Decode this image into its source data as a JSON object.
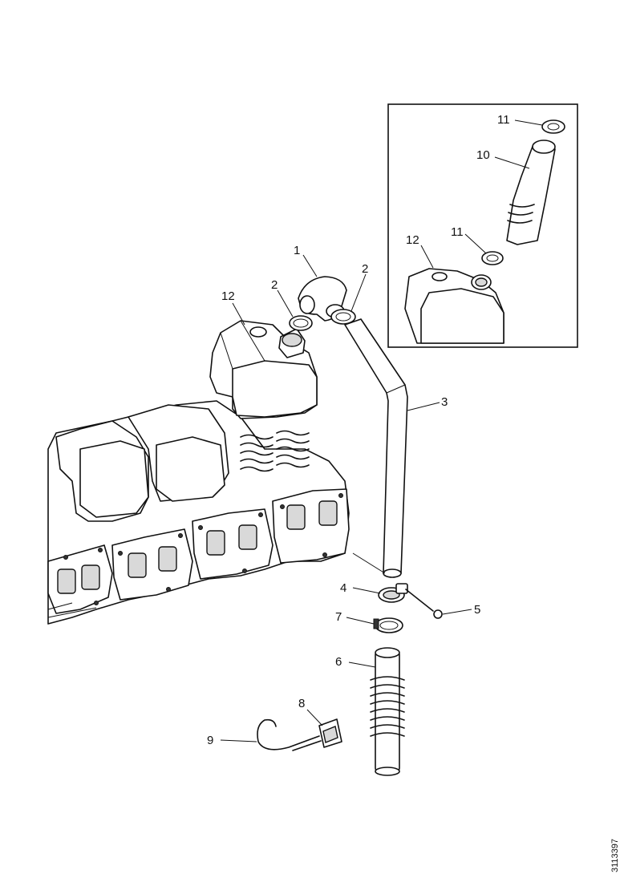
{
  "diagram": {
    "callouts": {
      "c1": "1",
      "c2a": "2",
      "c2b": "2",
      "c3": "3",
      "c4": "4",
      "c5": "5",
      "c6": "6",
      "c7": "7",
      "c8": "8",
      "c9": "9",
      "c10": "10",
      "c11a": "11",
      "c11b": "11",
      "c12a": "12",
      "c12b": "12"
    },
    "document_number": "3113397"
  }
}
